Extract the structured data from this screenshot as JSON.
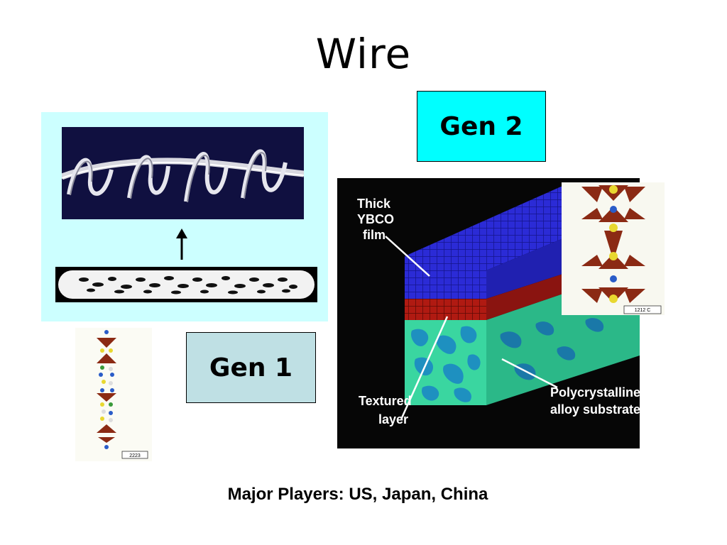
{
  "slide": {
    "title": "Wire",
    "gen1_label": "Gen 1",
    "gen2_label": "Gen 2",
    "footer": "Major Players: US, Japan, China"
  },
  "ybco_diagram": {
    "label_film_1": "Thick",
    "label_film_2": "YBCO",
    "label_film_3": "film",
    "label_textured_1": "Textured",
    "label_textured_2": "layer",
    "label_substrate_1": "Polycrystalline",
    "label_substrate_2": "alloy substrate"
  },
  "crystal_tags": {
    "left": "2223",
    "right": "1212 C"
  },
  "colors": {
    "gen2_box": "#00ffff",
    "gen1_box": "#bfe0e4",
    "panel": "#ccffff",
    "film": "#2a2ad0",
    "textured": "#b01a12",
    "substrate": "#3ad6a0"
  }
}
